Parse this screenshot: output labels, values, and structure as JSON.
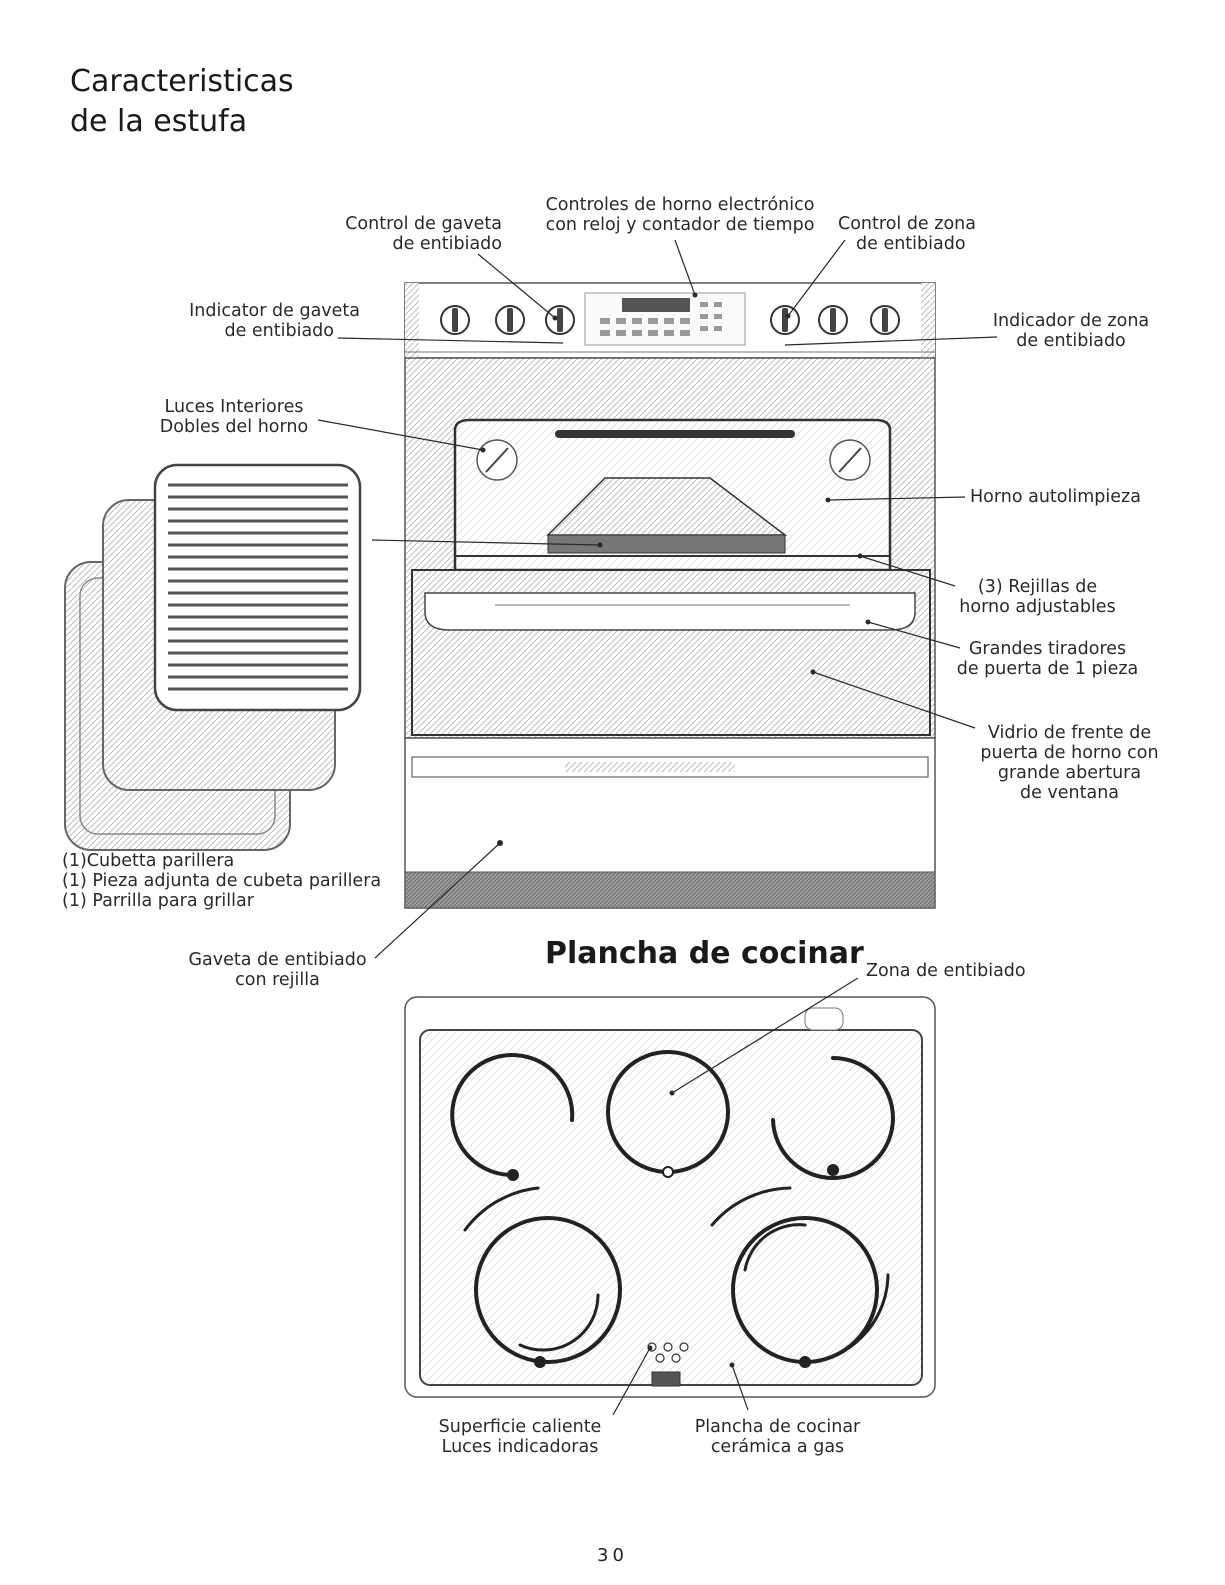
{
  "title": {
    "line1": "Caracteristicas",
    "line2": "de la estufa"
  },
  "range_labels": {
    "drawer_control": [
      "Control de gaveta",
      "de entibiado"
    ],
    "electronic_controls": [
      "Controles de horno electrónico",
      "con reloj y contador de tiempo"
    ],
    "zone_control": [
      "Control de zona",
      "de entibiado"
    ],
    "drawer_indicator": [
      "Indicator de gaveta",
      "de entibiado"
    ],
    "zone_indicator": [
      "Indicador de zona",
      "de entibiado"
    ],
    "interior_lights": [
      "Luces Interiores",
      "Dobles del horno"
    ],
    "self_clean": [
      "Horno autolimpieza"
    ],
    "racks": [
      "(3) Rejillas de",
      "horno  adjustables"
    ],
    "door_handles": [
      "Grandes tiradores",
      "de puerta de 1 pieza"
    ],
    "door_glass": [
      "Vidrio de frente de",
      "puerta de horno con",
      "grande abertura",
      "de  ventana"
    ],
    "broiler": [
      "(1)Cubetta parillera",
      "(1) Pieza adjunta de cubeta parillera",
      "(1) Parrilla para grillar"
    ],
    "warming_drawer": [
      "Gaveta de entibiado",
      "con rejilla"
    ]
  },
  "cooktop": {
    "title": "Plancha de cocinar",
    "warm_zone": [
      "Zona de entibiado"
    ],
    "hot_surface": [
      "Superficie caliente",
      "Luces indicadoras"
    ],
    "ceramic": [
      "Plancha de cocinar",
      "cerámica a gas"
    ]
  },
  "page_number": "30",
  "colors": {
    "line": "#2a2a2a",
    "hatch": "#bdbdbd",
    "dark_band": "#8a8a8a"
  }
}
